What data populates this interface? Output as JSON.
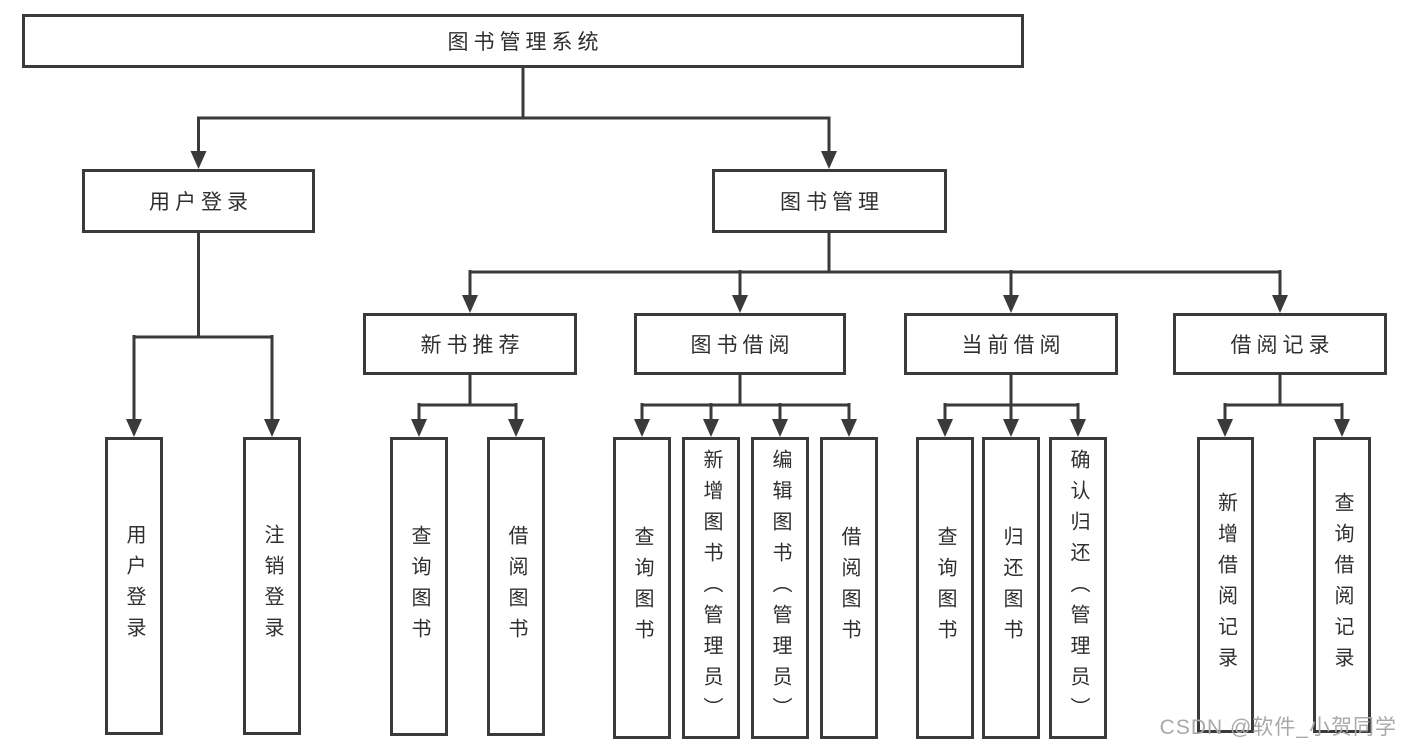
{
  "tree": {
    "label": "图书管理系统",
    "children": [
      {
        "label": "用户登录",
        "children": [
          {
            "label": "用户登录"
          },
          {
            "label": "注销登录"
          }
        ]
      },
      {
        "label": "图书管理",
        "children": [
          {
            "label": "新书推荐",
            "children": [
              {
                "label": "查询图书"
              },
              {
                "label": "借阅图书"
              }
            ]
          },
          {
            "label": "图书借阅",
            "children": [
              {
                "label": "查询图书"
              },
              {
                "label": "新增图书（管理员）"
              },
              {
                "label": "编辑图书（管理员）"
              },
              {
                "label": "借阅图书"
              }
            ]
          },
          {
            "label": "当前借阅",
            "children": [
              {
                "label": "查询图书"
              },
              {
                "label": "归还图书"
              },
              {
                "label": "确认归还（管理员）"
              }
            ]
          },
          {
            "label": "借阅记录",
            "children": [
              {
                "label": "新增借阅记录"
              },
              {
                "label": "查询借阅记录"
              }
            ]
          }
        ]
      }
    ]
  },
  "watermark": {
    "text": "CSDN @软件_小贺同学"
  },
  "colors": {
    "line": "#3a3a3a",
    "box_border": "#3a3a3a",
    "text": "#2f2f2f",
    "watermark": "#a9a9a9",
    "background": "#ffffff"
  }
}
